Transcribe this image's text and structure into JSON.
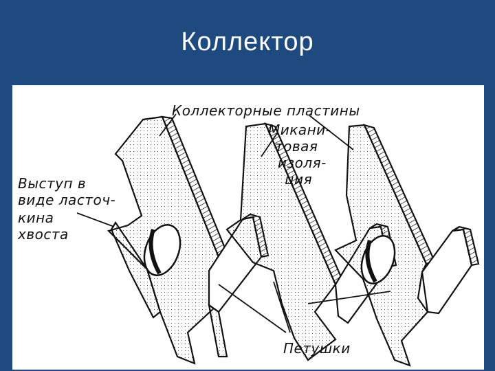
{
  "slide": {
    "title": "Коллектор"
  },
  "labels": {
    "plates": "Коллекторные пластины",
    "insulation": [
      "Микани-",
      "товая",
      "изоля-",
      "ция"
    ],
    "dovetail": [
      "Выступ в",
      "виде ласточ-",
      "кина",
      "хвоста"
    ],
    "risers": "Петушки"
  }
}
